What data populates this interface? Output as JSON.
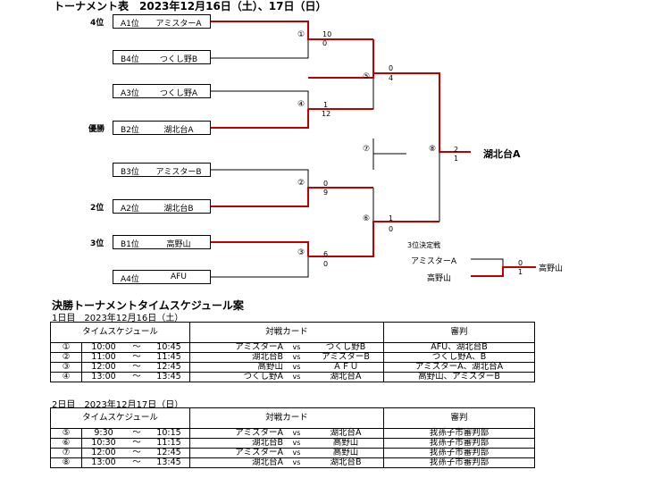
{
  "tournament": {
    "title": "トーナメント表　2023年12月16日（土）、17日（日）",
    "ranks": [
      "4位",
      "優勝",
      "2位",
      "3位"
    ],
    "teams": [
      {
        "slot": "A1位",
        "name": "アミスターA"
      },
      {
        "slot": "B4位",
        "name": "つくし野B"
      },
      {
        "slot": "A3位",
        "name": "つくし野A"
      },
      {
        "slot": "B2位",
        "name": "湖北台A"
      },
      {
        "slot": "B3位",
        "name": "アミスターB"
      },
      {
        "slot": "A2位",
        "name": "湖北台B"
      },
      {
        "slot": "B1位",
        "name": "高野山"
      },
      {
        "slot": "A4位",
        "name": "AFU"
      }
    ],
    "matches": [
      {
        "num": "①",
        "top": "10",
        "bottom": "0"
      },
      {
        "num": "④",
        "top": "1",
        "bottom": "12"
      },
      {
        "num": "②",
        "top": "0",
        "bottom": "9"
      },
      {
        "num": "③",
        "top": "6",
        "bottom": "0"
      },
      {
        "num": "⑤",
        "top": "0",
        "bottom": "4"
      },
      {
        "num": "⑥",
        "top": "1",
        "bottom": "0"
      },
      {
        "num": "⑦",
        "top": "",
        "bottom": ""
      },
      {
        "num": "⑧",
        "top": "2",
        "bottom": "1"
      }
    ],
    "champion": "湖北台A",
    "third_place": {
      "label": "3位決定戦",
      "team_top": "アミスターA",
      "team_bottom": "高野山",
      "score_top": "0",
      "score_bottom": "1",
      "winner": "高野山"
    }
  },
  "schedule": {
    "title": "決勝トーナメントタイムスケジュール案",
    "headers": {
      "time": "タイムスケジュール",
      "card": "対戦カード",
      "ref": "審判"
    },
    "days": [
      {
        "label": "1日目　2023年12月16日（土）",
        "rows": [
          {
            "num": "①",
            "start": "10:00",
            "tilde": "～",
            "end": "10:45",
            "a": "アミスターA",
            "vs": "vs",
            "b": "つくし野B",
            "ref": "AFU、湖北台B"
          },
          {
            "num": "②",
            "start": "11:00",
            "tilde": "～",
            "end": "11:45",
            "a": "湖北台B",
            "vs": "vs",
            "b": "アミスターB",
            "ref": "つくし野A、B"
          },
          {
            "num": "③",
            "start": "12:00",
            "tilde": "～",
            "end": "12:45",
            "a": "高野山",
            "vs": "vs",
            "b": "ＡＦＵ",
            "ref": "アミスターA、湖北台A"
          },
          {
            "num": "④",
            "start": "13:00",
            "tilde": "～",
            "end": "13:45",
            "a": "つくし野A",
            "vs": "vs",
            "b": "湖北台A",
            "ref": "高野山、アミスターB"
          }
        ]
      },
      {
        "label": "2日目　2023年12月17日（日）",
        "rows": [
          {
            "num": "⑤",
            "start": "9:30",
            "tilde": "～",
            "end": "10:15",
            "a": "アミスターA",
            "vs": "vs",
            "b": "湖北台A",
            "ref": "我孫子市審判部"
          },
          {
            "num": "⑥",
            "start": "10:30",
            "tilde": "～",
            "end": "11:15",
            "a": "湖北台B",
            "vs": "vs",
            "b": "高野山",
            "ref": "我孫子市審判部"
          },
          {
            "num": "⑦",
            "start": "12:00",
            "tilde": "～",
            "end": "12:45",
            "a": "アミスターA",
            "vs": "vs",
            "b": "高野山",
            "ref": "我孫子市審判部"
          },
          {
            "num": "⑧",
            "start": "13:00",
            "tilde": "～",
            "end": "13:45",
            "a": "湖北台A",
            "vs": "vs",
            "b": "湖北台B",
            "ref": "我孫子市審判部"
          }
        ]
      }
    ]
  },
  "colors": {
    "winner_line": "#c00000",
    "line": "#000000"
  }
}
